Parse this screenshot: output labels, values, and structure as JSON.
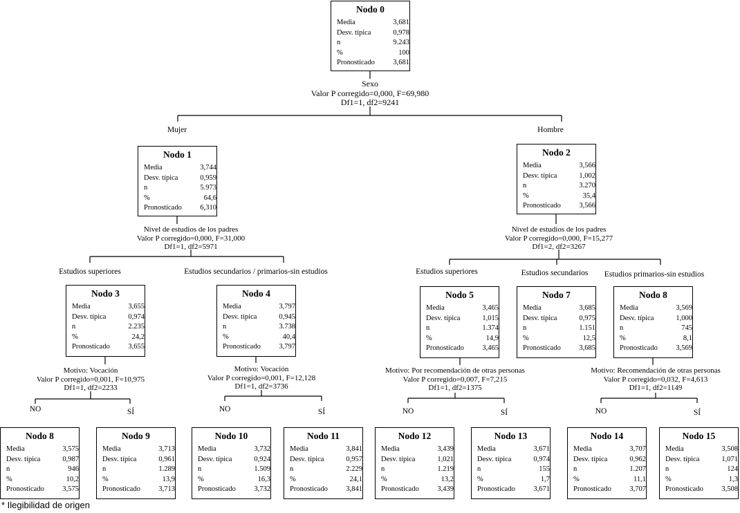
{
  "stat_labels": {
    "media": "Media",
    "desv": "Desv. típica",
    "n": "n",
    "pct": "%",
    "pron": "Pronosticado"
  },
  "nodes": [
    {
      "title": "Nodo 0",
      "media": "3,681",
      "desv": "0,978",
      "n": "9.243",
      "pct": "100",
      "pron": "3,681"
    },
    {
      "title": "Nodo 1",
      "media": "3,744",
      "desv": "0,959",
      "n": "5.973",
      "pct": "64,6",
      "pron": "6,310"
    },
    {
      "title": "Nodo 2",
      "media": "3,566",
      "desv": "1,002",
      "n": "3.270",
      "pct": "35,4",
      "pron": "3,566"
    },
    {
      "title": "Nodo 3",
      "media": "3,655",
      "desv": "0,974",
      "n": "2.235",
      "pct": "24,2",
      "pron": "3,655"
    },
    {
      "title": "Nodo 4",
      "media": "3,797",
      "desv": "0,945",
      "n": "3.738",
      "pct": "40,4",
      "pron": "3,797"
    },
    {
      "title": "Nodo 5",
      "media": "3,465",
      "desv": "1,015",
      "n": "1.374",
      "pct": "14,9",
      "pron": "3,465"
    },
    {
      "title": "Nodo 7",
      "media": "3,685",
      "desv": "0,975",
      "n": "1.151",
      "pct": "12,5",
      "pron": "3,685"
    },
    {
      "title": "Nodo 8",
      "media": "3,569",
      "desv": "1,000",
      "n": "745",
      "pct": "8,1",
      "pron": "3,569"
    },
    {
      "title": "Nodo 8",
      "media": "3,575",
      "desv": "0,987",
      "n": "946",
      "pct": "10,2",
      "pron": "3,575"
    },
    {
      "title": "Nodo 9",
      "media": "3,713",
      "desv": "0,961",
      "n": "1.289",
      "pct": "13,9",
      "pron": "3,713"
    },
    {
      "title": "Nodo 10",
      "media": "3,732",
      "desv": "0,924",
      "n": "1.509",
      "pct": "16,3",
      "pron": "3,732"
    },
    {
      "title": "Nodo 11",
      "media": "3,841",
      "desv": "0,957",
      "n": "2.229",
      "pct": "24,1",
      "pron": "3,841"
    },
    {
      "title": "Nodo 12",
      "media": "3,439",
      "desv": "1,021",
      "n": "1.219",
      "pct": "13,2",
      "pron": "3,439"
    },
    {
      "title": "Nodo 13",
      "media": "3,671",
      "desv": "0,974",
      "n": "155",
      "pct": "1,7",
      "pron": "3,671"
    },
    {
      "title": "Nodo 14",
      "media": "3,707",
      "desv": "0,962",
      "n": "1.207",
      "pct": "11,1",
      "pron": "3,707"
    },
    {
      "title": "Nodo 15",
      "media": "3,508",
      "desv": "1,071",
      "n": "124",
      "pct": "1,3",
      "pron": "3,508"
    }
  ],
  "splits": [
    {
      "var": "Sexo",
      "p": "Valor P corregido=0,000, F=69,980",
      "df": "Df1=1, df2=9241"
    },
    {
      "var": "Nivel de estudios de los padres",
      "p": "Valor P corregido=0,000, F=31,000",
      "df": "Df1=1, df2=5971"
    },
    {
      "var": "Nivel de estudios de los padres",
      "p": "Valor P corregido=0,000, F=15,277",
      "df": "Df1=2, df2=3267"
    },
    {
      "var": "Motivo: Vocación",
      "p": "Valor P corregido=0,001, F=10,975",
      "df": "Df1=1, df2=2233"
    },
    {
      "var": "Motivo: Vocación",
      "p": "Valor P corregido=0,001, F=12,128",
      "df": "Df1=1, df2=3736"
    },
    {
      "var": "Motivo: Por recomendación de otras personas",
      "p": "Valor P corregido=0,007, F=7,215",
      "df": "Df1=1, df2=1375"
    },
    {
      "var": "Motivo: Recomendación de otras personas",
      "p": "Valor P corregido=0,032, F=4,613",
      "df": "Df1=1, df2=1149"
    }
  ],
  "branches": [
    "Mujer",
    "Hombre",
    "Estudios superiores",
    "Estudios secundarios / primarios-sin estudios",
    "Estudios superiores",
    "Estudios secundarios",
    "Estudios primarios-sin estudios",
    "NO",
    "SÍ",
    "NO",
    "SÍ",
    "NO",
    "SÍ",
    "NO",
    "SÍ"
  ],
  "footnote": "* Ilegibilidad de origen"
}
